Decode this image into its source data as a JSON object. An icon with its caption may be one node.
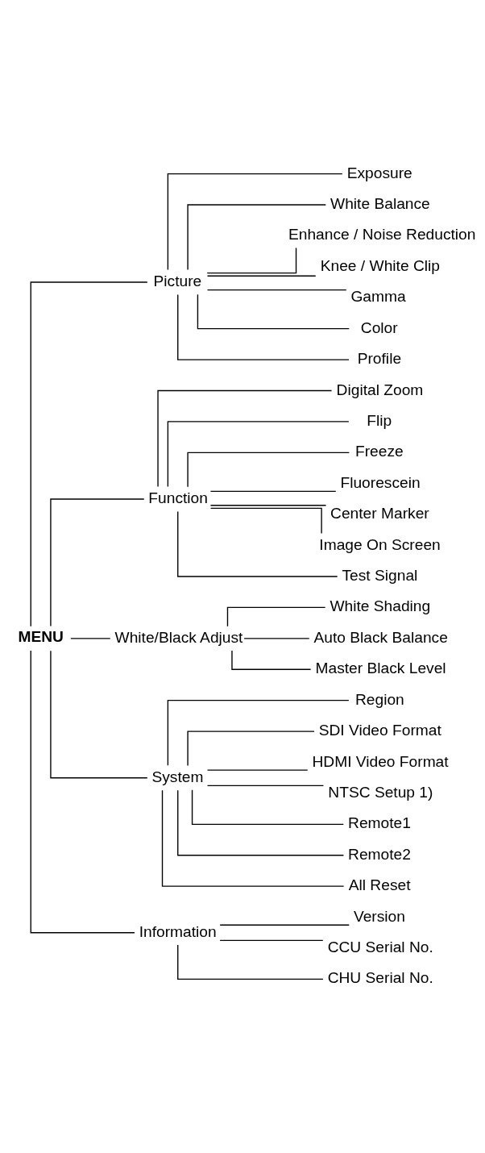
{
  "diagram": {
    "nodes": [
      {
        "text": [
          "MENU"
        ]
      },
      {
        "text": [
          "Picture"
        ]
      },
      {
        "text": [
          "Exposure"
        ]
      },
      {
        "text": [
          "White Balance"
        ]
      },
      {
        "text": [
          "Enhance / Noise Reduction"
        ]
      },
      {
        "text": [
          "Knee / White Clip"
        ]
      },
      {
        "text": [
          "Gamma"
        ]
      },
      {
        "text": [
          "Color"
        ]
      },
      {
        "text": [
          "Profile"
        ]
      },
      {
        "text": [
          "Function"
        ]
      },
      {
        "text": [
          "Digital Zoom"
        ]
      },
      {
        "text": [
          "Flip"
        ]
      },
      {
        "text": [
          "Freeze"
        ]
      },
      {
        "text": [
          "Fluorescein"
        ]
      },
      {
        "text": [
          "Center Marker"
        ]
      },
      {
        "text": [
          "Image On Screen"
        ]
      },
      {
        "text": [
          "Test Signal"
        ]
      },
      {
        "text": [
          "White/Black Adjust"
        ]
      },
      {
        "text": [
          "White Shading"
        ]
      },
      {
        "text": [
          "Auto Black Balance"
        ]
      },
      {
        "text": [
          "Master Black Level"
        ]
      },
      {
        "text": [
          "System"
        ]
      },
      {
        "text": [
          "Region"
        ]
      },
      {
        "text": [
          "SDI Video Format"
        ]
      },
      {
        "text": [
          "HDMI Video Format"
        ]
      },
      {
        "text": [
          "NTSC Setup 1)"
        ]
      },
      {
        "text": [
          "Remote1"
        ]
      },
      {
        "text": [
          "Remote2"
        ]
      },
      {
        "text": [
          "All Reset"
        ]
      },
      {
        "text": [
          "Information"
        ]
      },
      {
        "text": [
          "Version"
        ]
      },
      {
        "text": [
          "CCU Serial No."
        ]
      },
      {
        "text": [
          "CHU Serial No."
        ]
      }
    ],
    "edges": [
      {
        "from": 0,
        "to": 1,
        "arrow": "none"
      },
      {
        "from": 1,
        "to": 2,
        "arrow": "none"
      },
      {
        "from": 1,
        "to": 3,
        "arrow": "none"
      },
      {
        "from": 1,
        "to": 4,
        "arrow": "none"
      },
      {
        "from": 1,
        "to": 5,
        "arrow": "none"
      },
      {
        "from": 1,
        "to": 6,
        "arrow": "none"
      },
      {
        "from": 1,
        "to": 7,
        "arrow": "none"
      },
      {
        "from": 1,
        "to": 8,
        "arrow": "none"
      },
      {
        "from": 0,
        "to": 9,
        "arrow": "none"
      },
      {
        "from": 9,
        "to": 10,
        "arrow": "none"
      },
      {
        "from": 9,
        "to": 11,
        "arrow": "none"
      },
      {
        "from": 9,
        "to": 12,
        "arrow": "none"
      },
      {
        "from": 9,
        "to": 13,
        "arrow": "none"
      },
      {
        "from": 9,
        "to": 14,
        "arrow": "none"
      },
      {
        "from": 9,
        "to": 15,
        "arrow": "none"
      },
      {
        "from": 9,
        "to": 16,
        "arrow": "none"
      },
      {
        "from": 0,
        "to": 17,
        "arrow": "none"
      },
      {
        "from": 17,
        "to": 18,
        "arrow": "none"
      },
      {
        "from": 17,
        "to": 19,
        "arrow": "none"
      },
      {
        "from": 17,
        "to": 20,
        "arrow": "none"
      },
      {
        "from": 0,
        "to": 21,
        "arrow": "none"
      },
      {
        "from": 21,
        "to": 22,
        "arrow": "none"
      },
      {
        "from": 21,
        "to": 23,
        "arrow": "none"
      },
      {
        "from": 21,
        "to": 24,
        "arrow": "none"
      },
      {
        "from": 21,
        "to": 25,
        "arrow": "none"
      },
      {
        "from": 21,
        "to": 26,
        "arrow": "none"
      },
      {
        "from": 21,
        "to": 27,
        "arrow": "none"
      },
      {
        "from": 21,
        "to": 28,
        "arrow": "none"
      },
      {
        "from": 0,
        "to": 29,
        "arrow": "none"
      },
      {
        "from": 29,
        "to": 30,
        "arrow": "none"
      },
      {
        "from": 29,
        "to": 31,
        "arrow": "none"
      },
      {
        "from": 29,
        "to": 32,
        "arrow": "none"
      }
    ]
  }
}
